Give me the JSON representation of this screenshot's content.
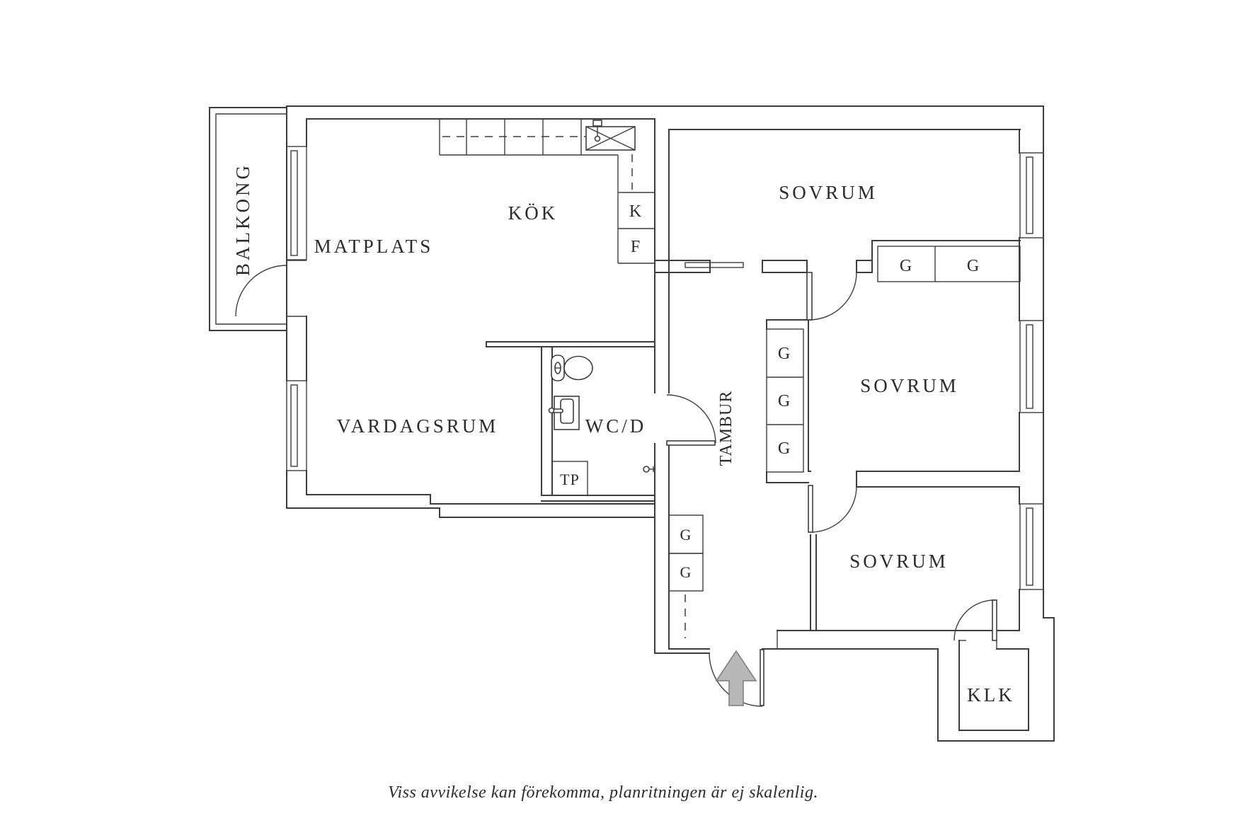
{
  "floor_plan": {
    "rooms": {
      "balcony": {
        "label": "BALKONG"
      },
      "dining": {
        "label": "MATPLATS"
      },
      "kitchen": {
        "label": "KÖK"
      },
      "bedroom_top": {
        "label": "SOVRUM"
      },
      "bedroom_middle": {
        "label": "SOVRUM"
      },
      "bedroom_bottom": {
        "label": "SOVRUM"
      },
      "living": {
        "label": "VARDAGSRUM"
      },
      "bathroom": {
        "label": "WC/D"
      },
      "hall": {
        "label": "TAMBUR"
      },
      "closet": {
        "label": "KLK"
      }
    },
    "labels": {
      "fridge": "K",
      "freezer": "F",
      "wardrobe": "G",
      "laundry": "TP"
    },
    "footer": "Viss avvikelse kan förekomma, planritningen är ej skalenlig.",
    "colors": {
      "line": "#3d3d3d",
      "arrow_fill": "#b8b8b8",
      "arrow_stroke": "#7a7a7a"
    }
  }
}
